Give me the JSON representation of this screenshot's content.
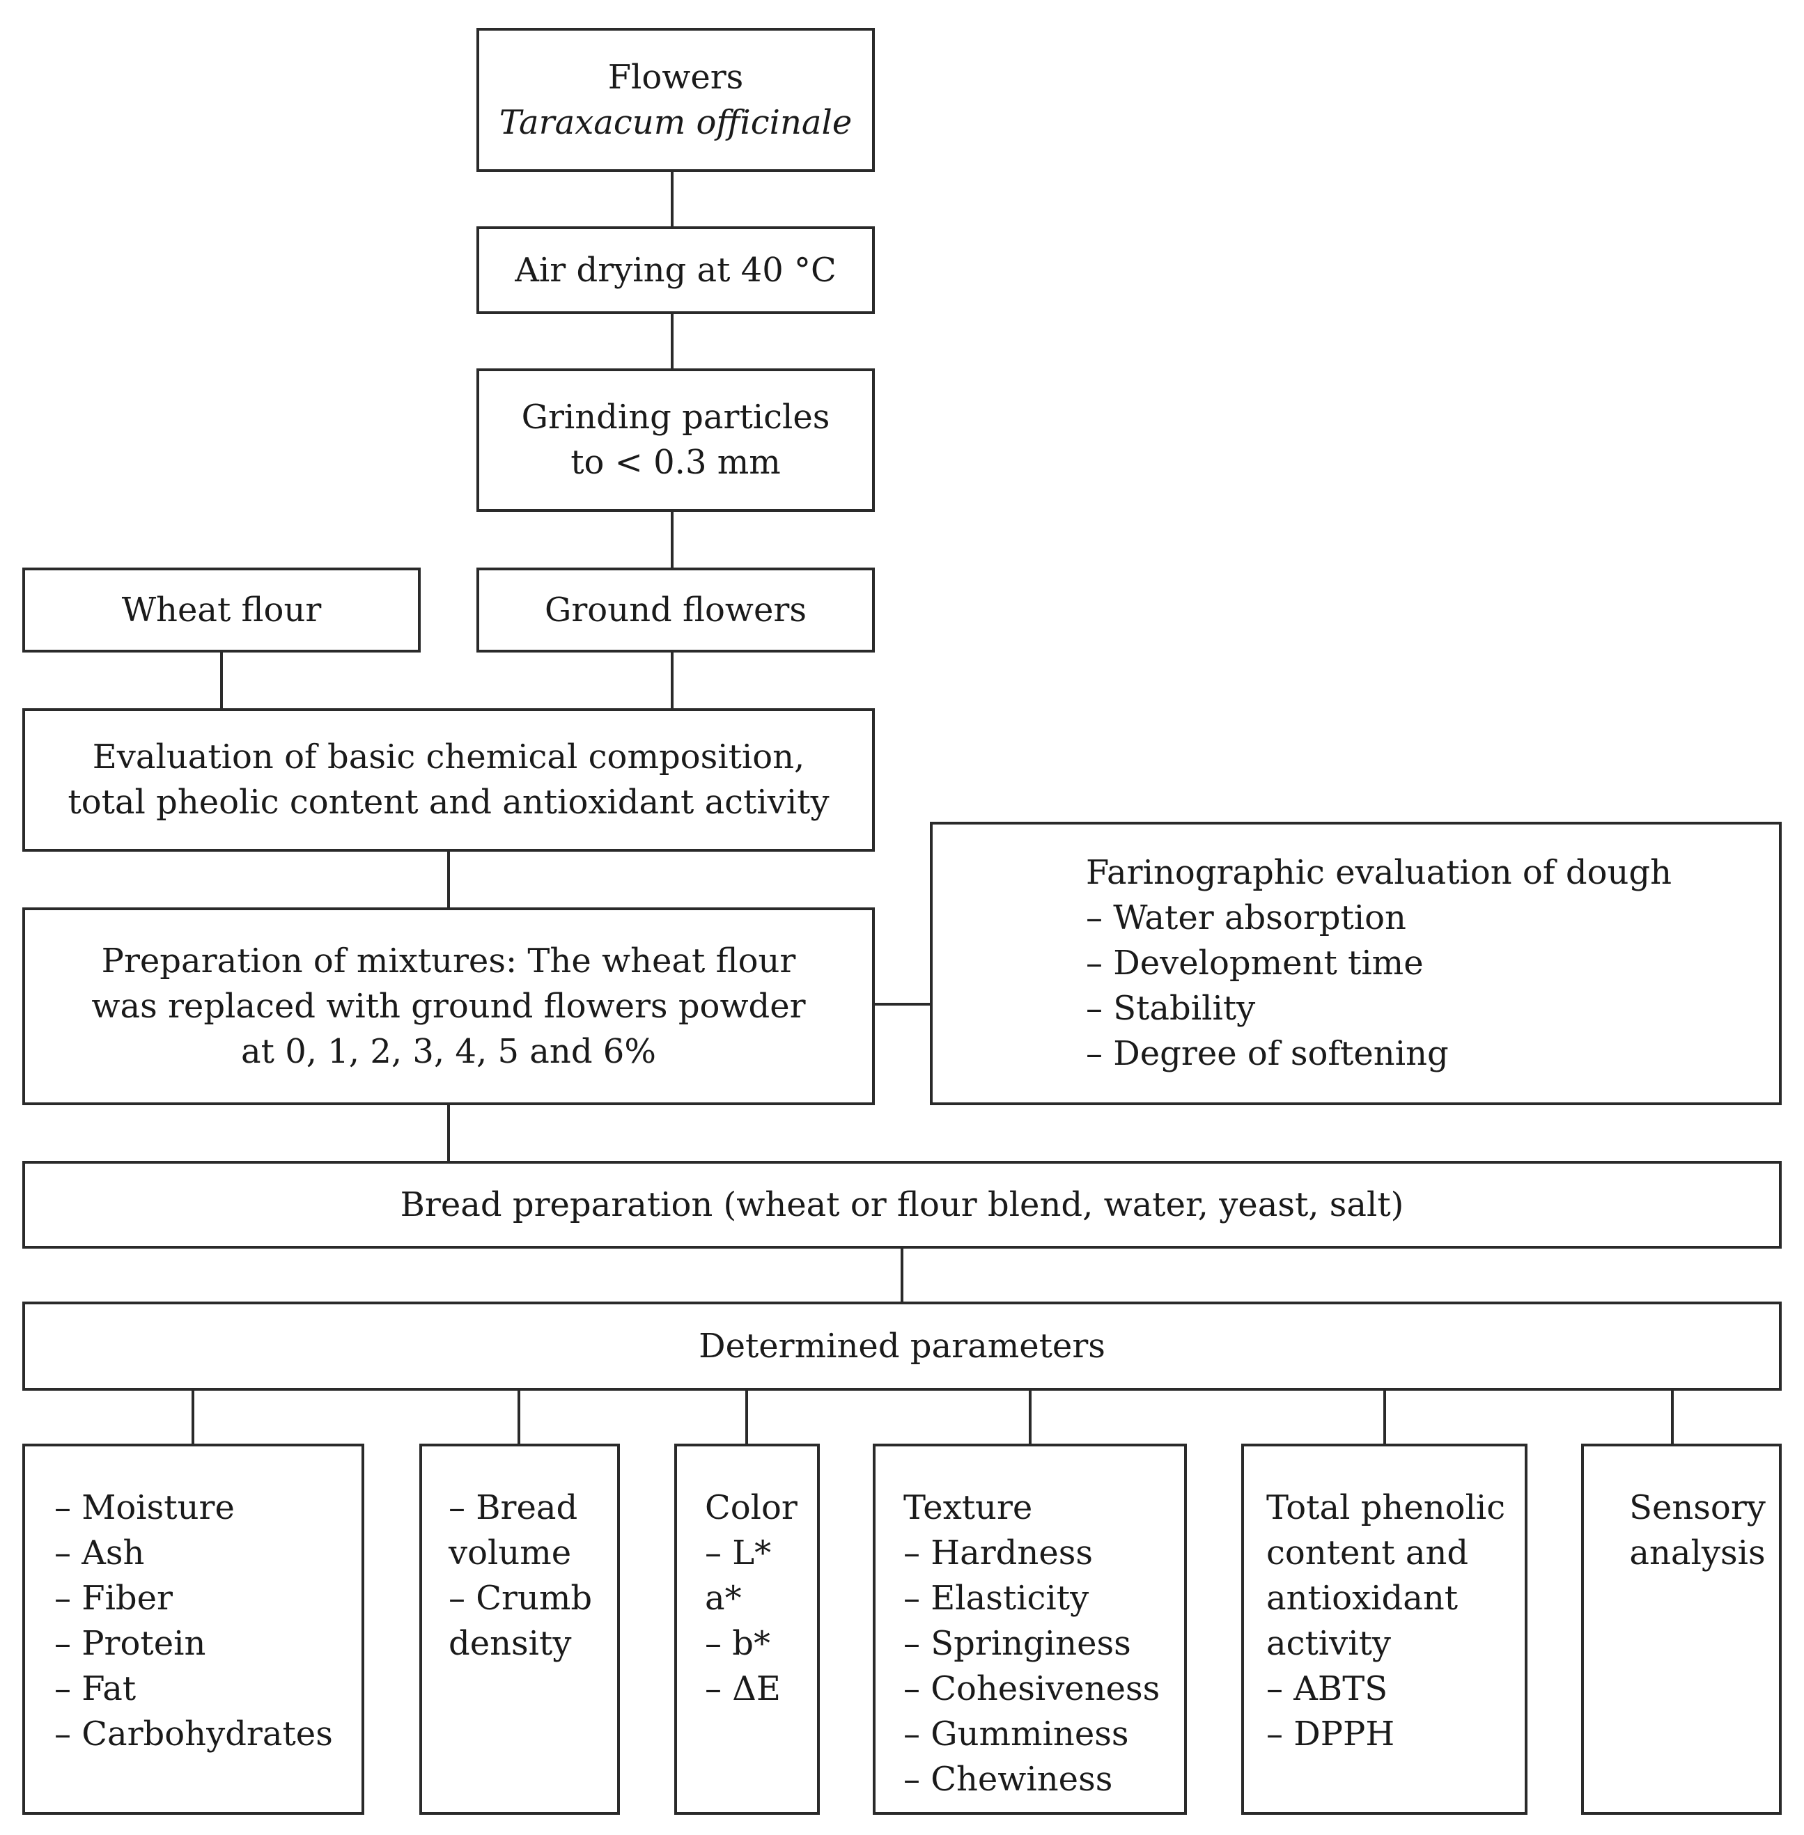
{
  "flowchart": {
    "flowers": {
      "line1": "Flowers",
      "line2": "Taraxacum officinale"
    },
    "air_drying": "Air drying at 40 °C",
    "grinding": {
      "line1": "Grinding particles",
      "line2": "to < 0.3 mm"
    },
    "wheat_flour": "Wheat flour",
    "ground_flowers": "Ground flowers",
    "evaluation": {
      "line1": "Evaluation of basic chemical composition,",
      "line2": "total pheolic content and antioxidant activity"
    },
    "preparation": {
      "line1": "Preparation of mixtures: The wheat flour",
      "line2": "was replaced with ground flowers powder",
      "line3": "at 0, 1, 2, 3, 4, 5 and 6%"
    },
    "farinographic": {
      "title": "Farinographic evaluation of dough",
      "items": [
        "– Water absorption",
        "– Development time",
        "– Stability",
        "– Degree of softening"
      ]
    },
    "bread_preparation": "Bread preparation (wheat or flour blend, water, yeast, salt)",
    "determined_parameters": "Determined parameters",
    "parameter_groups": {
      "composition": [
        "– Moisture",
        "– Ash",
        "– Fiber",
        "– Protein",
        "– Fat",
        "– Carbohydrates"
      ],
      "volume": [
        "– Bread",
        "volume",
        "– Crumb",
        "density"
      ],
      "color": [
        "Color",
        "– L*",
        "a*",
        "– b*",
        "– ΔE"
      ],
      "texture": [
        "Texture",
        "– Hardness",
        "– Elasticity",
        "– Springiness",
        "– Cohesiveness",
        "– Gumminess",
        "– Chewiness"
      ],
      "phenolic": [
        "Total phenolic",
        "content and",
        "antioxidant",
        "activity",
        "– ABTS",
        "– DPPH"
      ],
      "sensory": [
        "Sensory",
        "analysis"
      ]
    }
  }
}
